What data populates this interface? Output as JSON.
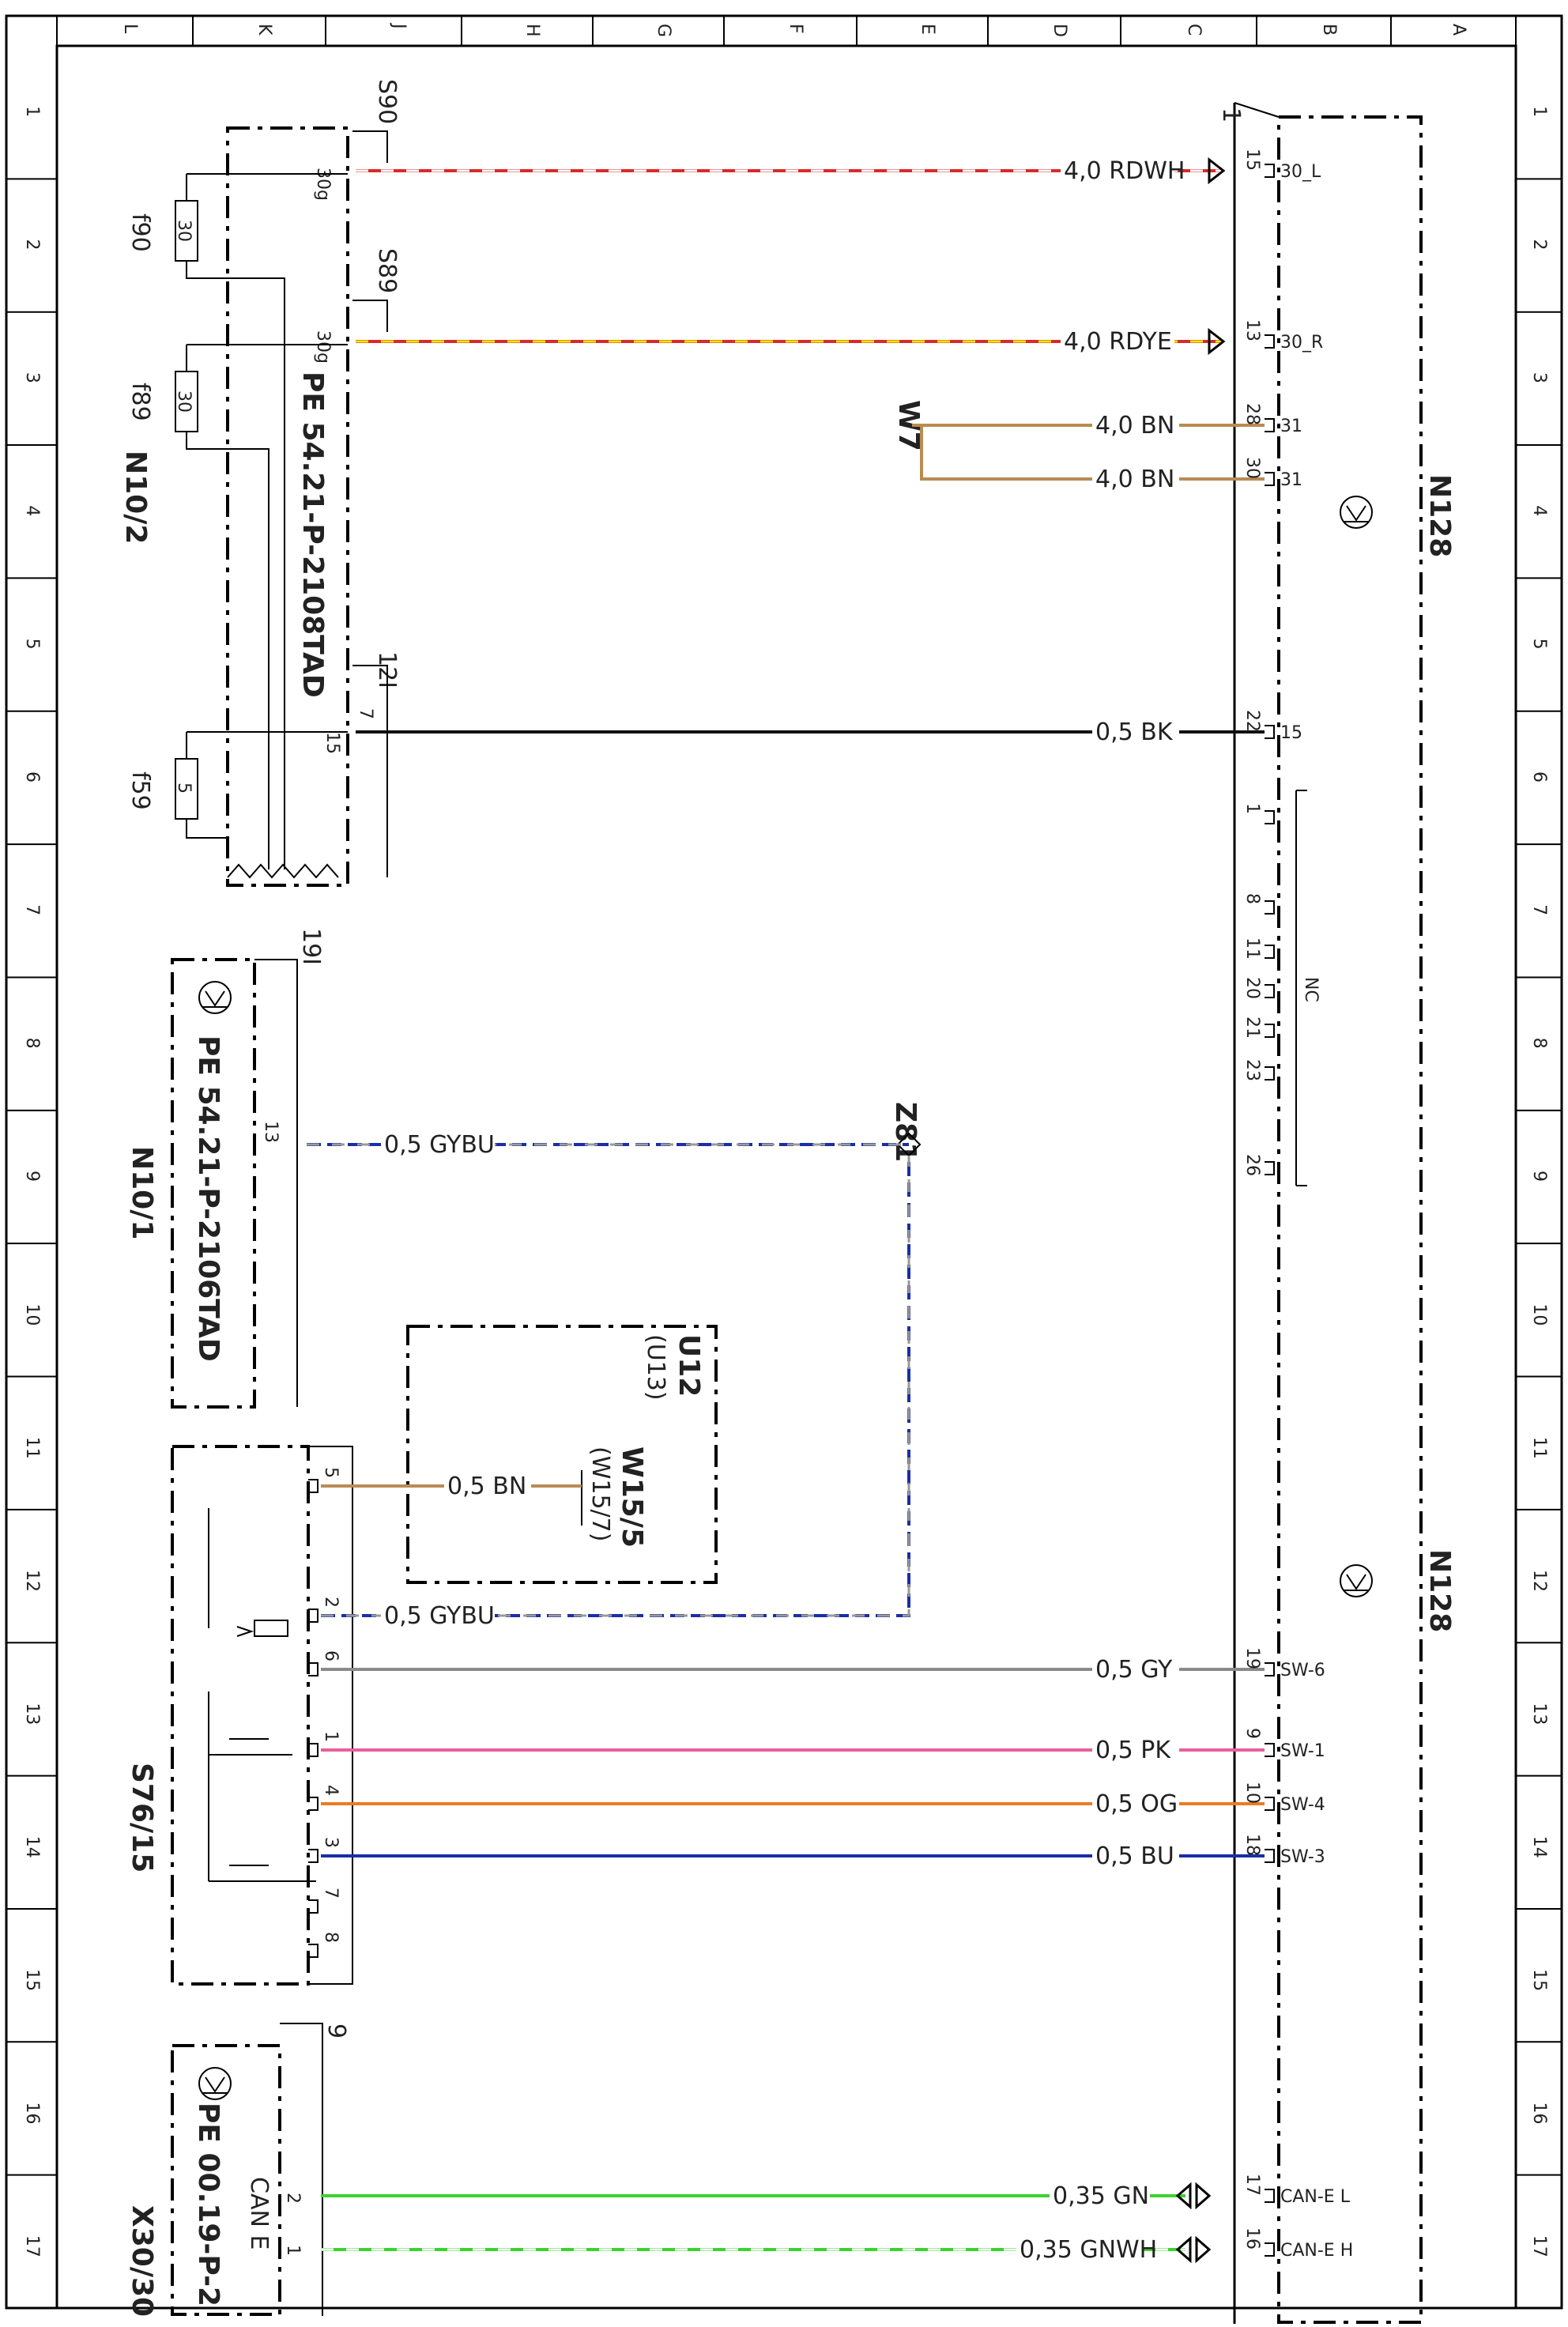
{
  "frame": {
    "column_letters": [
      "L",
      "K",
      "J",
      "H",
      "G",
      "F",
      "E",
      "D",
      "C",
      "B",
      "A"
    ],
    "row_numbers": [
      "1",
      "2",
      "3",
      "4",
      "5",
      "6",
      "7",
      "8",
      "9",
      "10",
      "11",
      "12",
      "13",
      "14",
      "15",
      "16",
      "17"
    ]
  },
  "components": {
    "n128": {
      "id": "N128",
      "connector": "1"
    },
    "n10_2": {
      "id": "N10/2",
      "ref": "PE 54.21-P-2108TAD",
      "connector_s90": "S90",
      "connector_s89": "S89",
      "connector_12i": "12I",
      "fuses": [
        {
          "id": "f90",
          "rating": "30"
        },
        {
          "id": "f89",
          "rating": "30"
        },
        {
          "id": "f59",
          "rating": "5"
        }
      ],
      "pins": {
        "s90": "30g",
        "s89": "30g",
        "12i_a": "7",
        "12i_b": "15"
      }
    },
    "n10_1": {
      "id": "N10/1",
      "ref": "PE 54.21-P-2106TAD",
      "connector": "19I",
      "pin": "13"
    },
    "z81": {
      "id": "Z81"
    },
    "w7": {
      "id": "W7"
    },
    "u12": {
      "id": "U12",
      "alt": "(U13)",
      "ground": "W15/5",
      "ground_alt": "(W15/7)"
    },
    "s76_15": {
      "id": "S76/15",
      "pins": [
        "5",
        "2",
        "6",
        "1",
        "4",
        "3",
        "7",
        "8"
      ]
    },
    "x30_30": {
      "id": "X30/30",
      "ref": "PE 00.19-P-2",
      "bus": "CAN E",
      "connector": "9",
      "pins": [
        "2",
        "1"
      ]
    }
  },
  "wires": [
    {
      "label": "4,0 RDWH",
      "color": "#d92a2a",
      "stripe": "#ffffff",
      "n128_pin": "15",
      "n128_signal": "30_L"
    },
    {
      "label": "4,0 RDYE",
      "color": "#d92a2a",
      "stripe": "#f3e600",
      "n128_pin": "13",
      "n128_signal": "30_R"
    },
    {
      "label": "4,0 BN",
      "color": "#b98b52",
      "n128_pin": "28",
      "n128_signal": "31"
    },
    {
      "label": "4,0 BN",
      "color": "#b98b52",
      "n128_pin": "30",
      "n128_signal": "31"
    },
    {
      "label": "0,5 BK",
      "color": "#111111",
      "n128_pin": "22",
      "n128_signal": "15"
    },
    {
      "label": "0,5 GYBU",
      "color": "#1a2ea8",
      "stripe": "#999999"
    },
    {
      "label": "0,5 BN",
      "color": "#b98b52"
    },
    {
      "label": "0,5 GYBU",
      "color": "#1a2ea8",
      "stripe": "#999999"
    },
    {
      "label": "0,5 GY",
      "color": "#8a8a8a",
      "n128_pin": "19",
      "n128_signal": "SW-6"
    },
    {
      "label": "0,5 PK",
      "color": "#e6609a",
      "n128_pin": "9",
      "n128_signal": "SW-1"
    },
    {
      "label": "0,5 OG",
      "color": "#ee7a22",
      "n128_pin": "10",
      "n128_signal": "SW-4"
    },
    {
      "label": "0,5 BU",
      "color": "#1a2ea8",
      "n128_pin": "18",
      "n128_signal": "SW-3"
    },
    {
      "label": "0,35 GN",
      "color": "#39d42c",
      "n128_pin": "17",
      "n128_signal": "CAN-E L"
    },
    {
      "label": "0,35 GNWH",
      "color": "#39d42c",
      "stripe": "#ffffff",
      "n128_pin": "16",
      "n128_signal": "CAN-E H"
    }
  ],
  "nc_group": {
    "label": "NC",
    "pins": [
      "1",
      "8",
      "11",
      "20",
      "21",
      "23",
      "26"
    ]
  }
}
